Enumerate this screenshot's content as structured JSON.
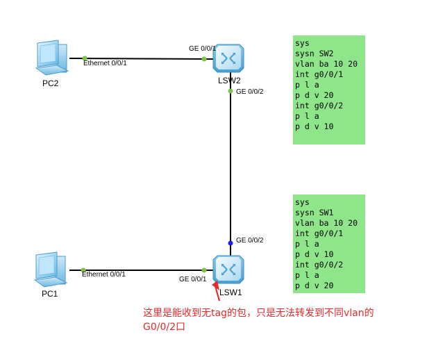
{
  "devices": {
    "pc2": {
      "name": "PC2",
      "port": "Ethernet 0/0/1"
    },
    "pc1": {
      "name": "PC1",
      "port": "Ethernet 0/0/1"
    },
    "lsw2": {
      "name": "LSW2",
      "port_pc": "GE 0/0/1",
      "port_trunk": "GE 0/0/2"
    },
    "lsw1": {
      "name": "LSW1",
      "port_pc": "GE 0/0/1",
      "port_trunk": "GE 0/0/2"
    }
  },
  "config_sw2": [
    "sys",
    "sysn SW2",
    "vlan ba 10 20",
    "int g0/0/1",
    "p l a",
    "p d v 20",
    "int g0/0/2",
    "p l a",
    "p d v 10"
  ],
  "config_sw1": [
    "sys",
    "sysn SW1",
    "vlan ba 10 20",
    "int g0/0/1",
    "p l a",
    "p d v 10",
    "int g0/0/2",
    "p l a",
    "p d v 20"
  ],
  "annotation": {
    "line1": "这里是能收到无tag的包，只是无法转发到不同vlan的",
    "line2": "G0/0/2口"
  },
  "colors": {
    "link": "#000000",
    "port_up": "#7cc14a",
    "port_blue": "#1a1aff",
    "config_bg": "#8ee58a",
    "note": "#e52a2a"
  }
}
